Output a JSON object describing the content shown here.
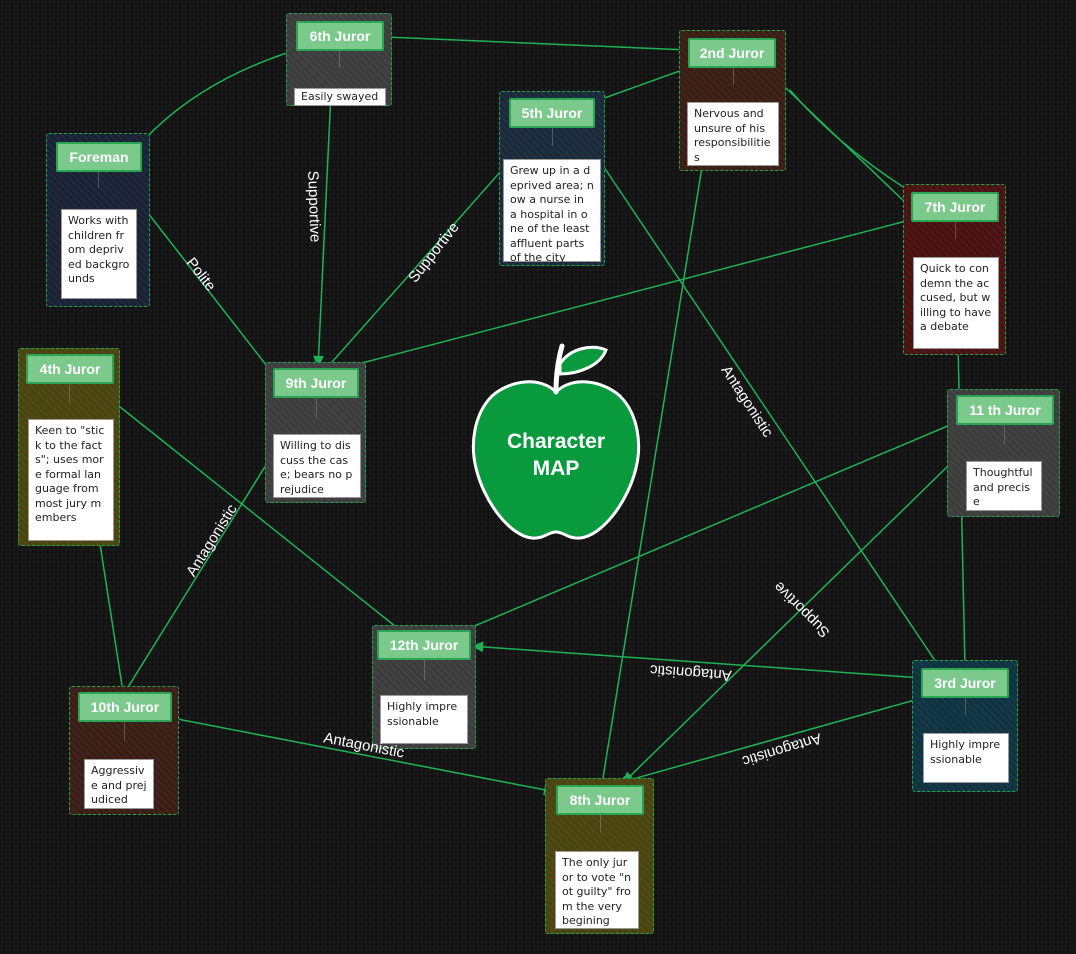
{
  "nodes": [
    {
      "id": "foreman",
      "title": "Foreman",
      "desc": "Works with children from deprived backgrounds",
      "bg": "#1a2235"
    },
    {
      "id": "j6",
      "title": "6th Juror",
      "desc": "Easily swayed",
      "bg": "#3d3d3d"
    },
    {
      "id": "j2",
      "title": "2nd Juror",
      "desc": "Nervous and unsure of his responsibilities",
      "bg": "#3a1e16"
    },
    {
      "id": "j5",
      "title": "5th Juror",
      "desc": "Grew up in a deprived area; now a nurse in a hospital in one of the least affluent parts of the city",
      "bg": "#1a2a3a"
    },
    {
      "id": "j7",
      "title": "7th Juror",
      "desc": "Quick to condemn the accused, but willing to have a debate",
      "bg": "#4a1212"
    },
    {
      "id": "j4",
      "title": "4th Juror",
      "desc": "Keen to \"stick to the facts\"; uses more formal language from most jury members",
      "bg": "#4a4410"
    },
    {
      "id": "j9",
      "title": "9th Juror",
      "desc": "Willing to discuss the case; bears no prejudice",
      "bg": "#3d3d3d"
    },
    {
      "id": "j11",
      "title": "11 th Juror",
      "desc": "Thoughtful and precise",
      "bg": "#3d3d3d"
    },
    {
      "id": "j12",
      "title": "12th Juror",
      "desc": "Highly impressionable",
      "bg": "#3d3d3d"
    },
    {
      "id": "j3",
      "title": "3rd Juror",
      "desc": "Highly impressionable",
      "bg": "#0f3340"
    },
    {
      "id": "j10",
      "title": "10th Juror",
      "desc": "Aggressive and prejudiced",
      "bg": "#3a1e16"
    },
    {
      "id": "j8",
      "title": "8th Juror",
      "desc": "The only juror to vote \"not guilty\" from the very begining",
      "bg": "#4a4410"
    }
  ],
  "edge_labels": [
    {
      "id": "l-supportive-6-9",
      "text": "Supportive"
    },
    {
      "id": "l-polite",
      "text": "Polite"
    },
    {
      "id": "l-supportive-9-5",
      "text": "Supportive"
    },
    {
      "id": "l-antagonistic-3-5",
      "text": "Antagonistic"
    },
    {
      "id": "l-antagonistic-10-9",
      "text": "Antagonistic"
    },
    {
      "id": "l-supportive-11-8",
      "text": "Supportive"
    },
    {
      "id": "l-antagonistic-3-12",
      "text": "Antagonistic"
    },
    {
      "id": "l-antagonistic-3-8",
      "text": "Antagonistic"
    },
    {
      "id": "l-antagonistic-10-8",
      "text": "Antagonistic"
    }
  ],
  "center": {
    "line1": "Character",
    "line2": "MAP",
    "color": "#0a9a3e"
  },
  "colors": {
    "accent": "#1aa84c",
    "title_fill": "#7bc98b"
  }
}
